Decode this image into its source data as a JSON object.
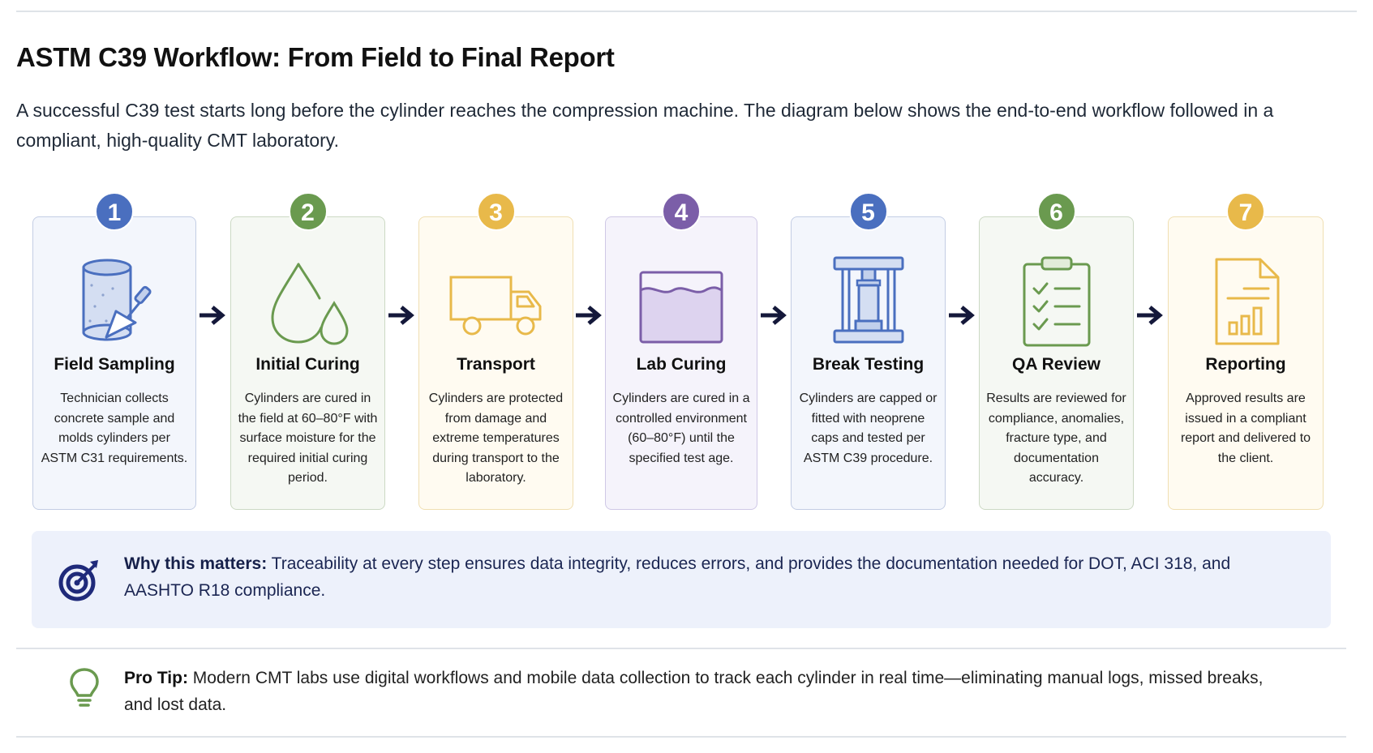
{
  "title": "ASTM C39 Workflow: From Field to Final Report",
  "intro": "A successful C39 test starts long before the cylinder reaches the compression machine. The diagram below shows the end-to-end workflow followed in a compliant, high-quality CMT laboratory.",
  "steps": [
    {
      "number": "1",
      "name": "Field Sampling",
      "desc": "Technician collects concrete sample and molds cylinders per ASTM C31 requirements.",
      "icon": "cylinder-trowel-icon",
      "color": "#4a6fbf"
    },
    {
      "number": "2",
      "name": "Initial Curing",
      "desc": "Cylinders are cured in the field at 60–80°F with surface moisture for the required initial curing period.",
      "icon": "water-drops-icon",
      "color": "#6a9a4f"
    },
    {
      "number": "3",
      "name": "Transport",
      "desc": "Cylinders are protected from damage and extreme temperatures during transport to the laboratory.",
      "icon": "truck-icon",
      "color": "#e8b94a"
    },
    {
      "number": "4",
      "name": "Lab Curing",
      "desc": "Cylinders are cured in a controlled environment (60–80°F) until the specified test age.",
      "icon": "curing-tank-icon",
      "color": "#7b5ea8"
    },
    {
      "number": "5",
      "name": "Break Testing",
      "desc": "Cylinders are capped or fitted with neoprene caps and tested per ASTM C39 procedure.",
      "icon": "compression-machine-icon",
      "color": "#4a6fbf"
    },
    {
      "number": "6",
      "name": "QA Review",
      "desc": "Results are reviewed for compliance, anomalies, fracture type, and documentation accuracy.",
      "icon": "clipboard-checklist-icon",
      "color": "#6a9a4f"
    },
    {
      "number": "7",
      "name": "Reporting",
      "desc": "Approved results are issued in a compliant report and delivered to the client.",
      "icon": "report-chart-icon",
      "color": "#e8b94a"
    }
  ],
  "why": {
    "label": "Why this matters:",
    "text": " Traceability at every step ensures data integrity, reduces errors, and provides the documentation needed for DOT, ACI 318, and AASHTO R18 compliance."
  },
  "tip": {
    "label": "Pro Tip:",
    "text": " Modern CMT labs use digital workflows and mobile data collection to track each cylinder in real time—eliminating manual logs, missed breaks, and lost data."
  }
}
